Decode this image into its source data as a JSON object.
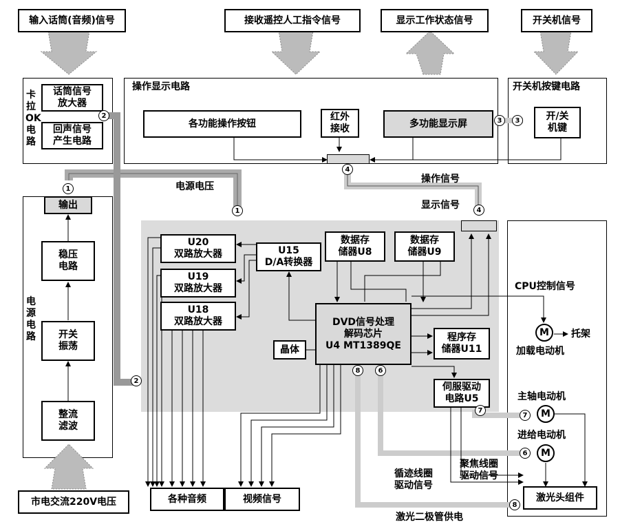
{
  "inputs": {
    "mic_input": "输入话筒(音频)信号",
    "remote_input": "接收遥控人工指令信号",
    "display_status": "显示工作状态信号",
    "power_signal": "开关机信号",
    "mains": "市电交流220V电压"
  },
  "karaoke": {
    "title": "卡拉OK电路",
    "mic_amp": "话筒信号\n放大器",
    "echo": "回声信号\n产生电路"
  },
  "operation": {
    "title": "操作显示电路",
    "buttons": "各功能操作按钮",
    "ir": "红外\n接收",
    "display": "多功能显示屏"
  },
  "power_key": {
    "title": "开关机按键电路",
    "key": "开/关\n机键"
  },
  "power_supply": {
    "title": "电源电路",
    "output": "输出",
    "regulator": "稳压\n电路",
    "switch_osc": "开关\n振荡",
    "rectifier": "整流\n滤波",
    "voltage_label": "电源电压"
  },
  "decoder": {
    "u20": "U20\n双路放大器",
    "u19": "U19\n双路放大器",
    "u18": "U18\n双路放大器",
    "u15": "U15\nD/A转换器",
    "u8": "数据存\n储器U8",
    "u9": "数据存\n储器U9",
    "u4": "DVD信号处理\n解码芯片\nU4   MT1389QE",
    "crystal": "晶体",
    "u11": "程序存\n储器U11",
    "u5": "伺服驱动\n电路U5"
  },
  "signals": {
    "operation_signal": "操作信号",
    "display_signal": "显示信号",
    "cpu_control": "CPU控制信号",
    "tray": "托架",
    "loading_motor": "加载电动机",
    "spindle_motor": "主轴电动机",
    "feed_motor": "进给电动机",
    "tracking": "循迹线圈\n驱动信号",
    "focus": "聚焦线圈\n驱动信号",
    "laser_diode": "激光二极管供电",
    "motor_symbol": "M"
  },
  "outputs": {
    "audio": "各种音频",
    "video": "视频信号",
    "pickup": "激光头组件"
  },
  "badges": [
    "1",
    "2",
    "3",
    "4",
    "6",
    "7",
    "8"
  ]
}
